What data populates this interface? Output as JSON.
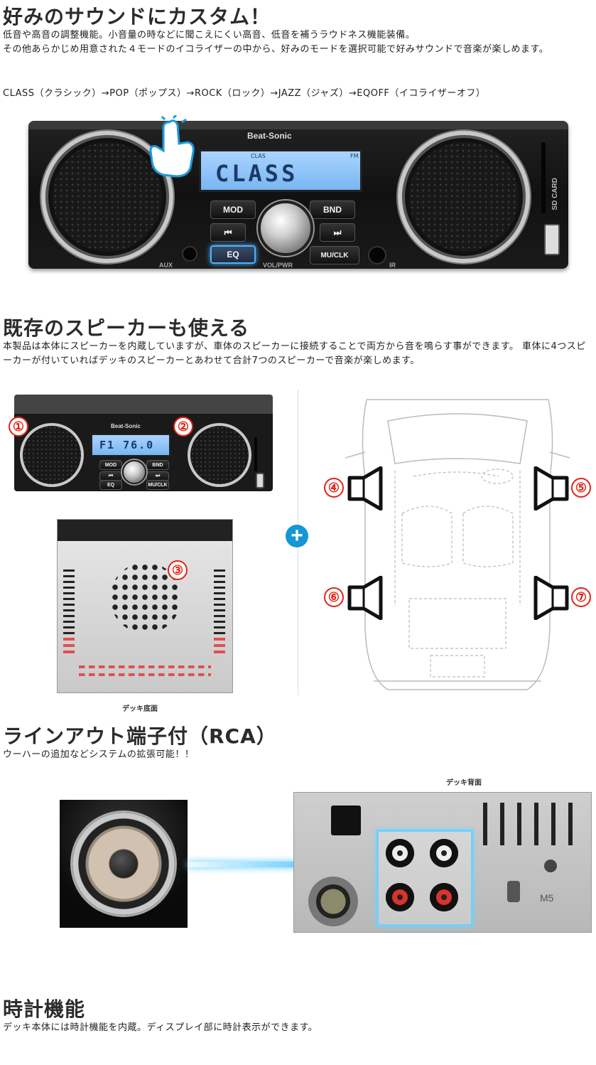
{
  "section1": {
    "title": "好みのサウンドにカスタム！",
    "lines": [
      "低音や高音の調整機能。小音量の時などに聞こえにくい高音、低音を補うラウドネス機能装備。",
      "その他あらかじめ用意された４モードのイコライザーの中から、好みのモードを選択可能で好みサウンドで音楽が楽しめます。"
    ],
    "modes": "CLASS（クラシック）→POP（ポップス）→ROCK（ロック）→JAZZ（ジャズ）→EQOFF（イコライザーオフ）"
  },
  "unit": {
    "brand": "Beat-Sonic",
    "display": "CLASS",
    "display_tag_left": "CLAS",
    "display_tag_right": "FM",
    "buttons": {
      "mod": "MOD",
      "bnd": "BND",
      "prev": "⏮",
      "next": "⏭",
      "eq": "EQ",
      "muclk": "MU/CLK"
    },
    "labels": {
      "aux": "AUX",
      "volpwr": "VOL/PWR",
      "ir": "IR",
      "sdcard": "SD CARD"
    }
  },
  "section2": {
    "title": "既存のスピーカーも使える",
    "text": "本製品は本体にスピーカーを内蔵していますが、車体のスピーカーに接続することで両方から音を鳴らす事ができます。 車体に4つスピーカーが付いていればデッキのスピーカーとあわせて合計7つのスピーカーで音楽が楽しめます。",
    "small_display": "F1 76.0",
    "badges": [
      "①",
      "②",
      "③",
      "④",
      "⑤",
      "⑥",
      "⑦"
    ],
    "caption": "デッキ底面"
  },
  "section3": {
    "title": "ラインアウト端子付（RCA）",
    "text": "ウーハーの追加などシステムの拡張可能！！",
    "caption": "デッキ背面",
    "panel_label": "M5"
  },
  "section4": {
    "title": "時計機能",
    "text": "デッキ本体には時計機能を内蔵。ディスプレイ部に時計表示ができます。"
  }
}
